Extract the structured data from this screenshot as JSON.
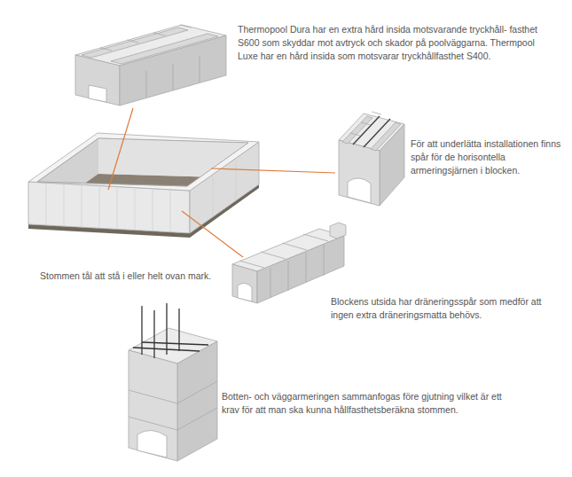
{
  "diagram": {
    "labels": [
      "Thermopool Dura har en extra hård insida motsvarande tryckhåll- fasthet S600 som skyddar mot avtryck och skador på poolväggarna. Thermpool Luxe har en hård insida som motsvarar tryckhållfasthet S400.",
      "För att underlätta installationen finns spår för de horisontella armeringsjärnen i blocken.",
      "Stommen tål att stå i eller helt ovan mark.",
      "Blockens utsida har dräneringsspår som medför att ingen extra dräneringsmatta behövs.",
      "Botten- och väggarmeringen sammanfogas före gjutning vilket är ett krav för att man ska kunna hållfasthetsberäkna stommen."
    ]
  }
}
